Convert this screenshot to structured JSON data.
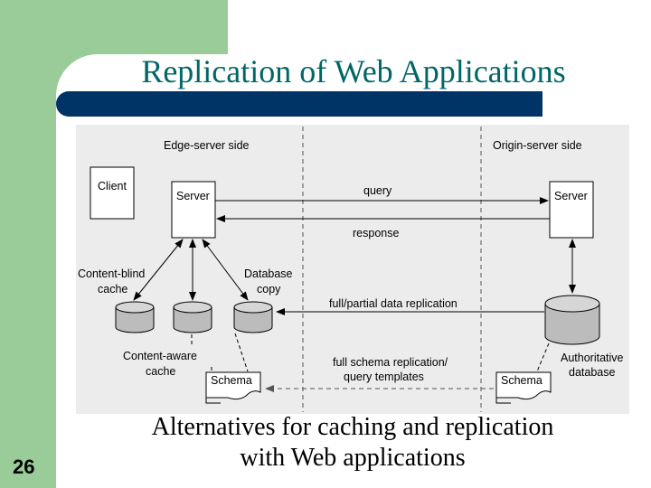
{
  "slide": {
    "title": "Replication of Web Applications",
    "number": "26",
    "caption_line1": "Alternatives for caching and replication",
    "caption_line2": "with Web applications"
  },
  "diagram": {
    "edge_side": "Edge-server side",
    "origin_side": "Origin-server side",
    "client": "Client",
    "edge_server": "Server",
    "origin_server": "Server",
    "query": "query",
    "response": "response",
    "content_blind_1": "Content-blind",
    "content_blind_2": "cache",
    "database_copy_1": "Database",
    "database_copy_2": "copy",
    "data_replication": "full/partial data replication",
    "content_aware_1": "Content-aware",
    "content_aware_2": "cache",
    "schema_replication_1": "full schema replication/",
    "schema_replication_2": "query templates",
    "authoritative_1": "Authoritative",
    "authoritative_2": "database",
    "schema_edge": "Schema",
    "schema_origin": "Schema"
  }
}
